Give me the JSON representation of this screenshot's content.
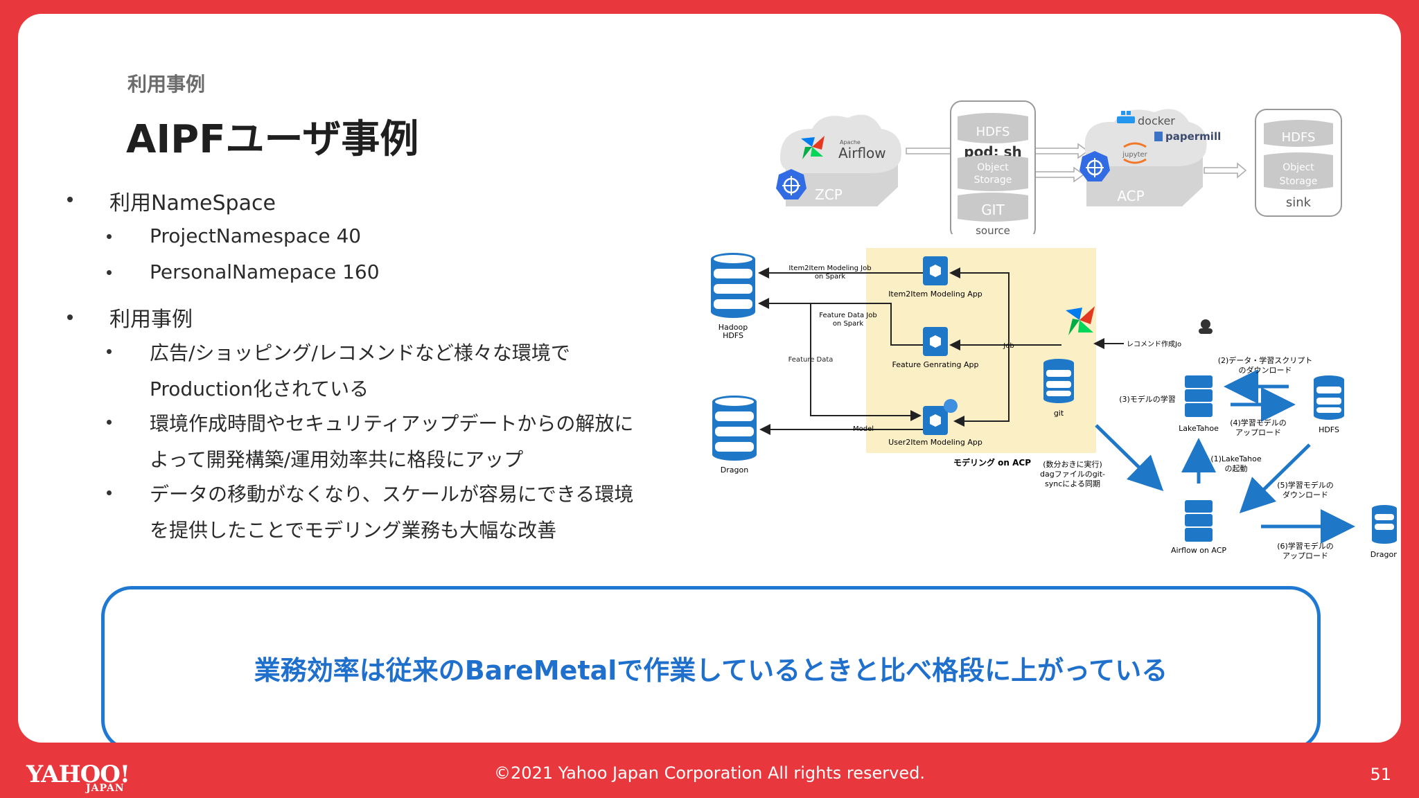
{
  "slide": {
    "section_label": "利用事例",
    "title": "AIPFユーザ事例",
    "bullets": [
      {
        "text": "利用NameSpace",
        "level": 1
      },
      {
        "text": "ProjectNamespace 40",
        "level": 2
      },
      {
        "text": "PersonalNamepace 160",
        "level": 2
      },
      {
        "text": "利用事例",
        "level": 1
      },
      {
        "text": "広告/ショッピング/レコメンドなど様々な環境で",
        "level": 2
      },
      {
        "text": "Production化されている",
        "level": 3
      },
      {
        "text": "環境作成時間やセキュリティアップデートからの解放に",
        "level": 2
      },
      {
        "text": "よって開発構築/運用効率共に格段にアップ",
        "level": 3
      },
      {
        "text": "データの移動がなくなり、スケールが容易にできる環境",
        "level": 2
      },
      {
        "text": "を提供したことでモデリング業務も大幅な改善",
        "level": 3
      }
    ],
    "highlight": "業務効率は従来のBareMetalで作業しているときと比べ格段に上がっている"
  },
  "diagram_top": {
    "zcp_label": "ZCP",
    "airflow_small": "Apache",
    "airflow_label": "Airflow",
    "hdfs": "HDFS",
    "pod": "pod: sh",
    "object_storage_1": "Object",
    "object_storage_2": "Storage",
    "git": "GIT",
    "source": "source",
    "docker": "docker",
    "papermill": "papermill",
    "jupyter": "jupyter",
    "acp_label": "ACP",
    "sink": "sink"
  },
  "diagram_middle": {
    "hadoop": [
      "Hadoop",
      "HDFS"
    ],
    "dragon": "Dragon",
    "item2item_job": [
      "Item2Item Modeling Job",
      "on Spark"
    ],
    "feature_job": [
      "Feature Data Job",
      "on Spark"
    ],
    "feature_data": "Feature Data",
    "model": "Model",
    "job": "Job",
    "item2item_app": "Item2Item Modeling App",
    "feature_app": "Feature Genrating App",
    "user2item_app": "User2Item Modeling App",
    "modeling_on_acp": "モデリング on ACP",
    "recommend_job": "レコメンド作成Job登録"
  },
  "diagram_right": {
    "git": "git",
    "lake": "LakeTahoe",
    "hdfs": "HDFS",
    "airflow_acp": "Airflow on ACP",
    "dragon": "Dragon",
    "step2": [
      "(2)データ・学習スクリプト",
      "のダウンロード"
    ],
    "step3": "(3)モデルの学習",
    "step4": [
      "(4)学習モデルの",
      "アップロード"
    ],
    "step1": [
      "(1)LakeTahoe",
      "の起動"
    ],
    "step5": [
      "(5)学習モデルの",
      "ダウンロード"
    ],
    "step6": [
      "(6)学習モデルの",
      "アップロード"
    ],
    "sync": [
      "(数分おきに実行)",
      "dagファイルのgit-",
      "syncによる同期"
    ]
  },
  "footer": {
    "copyright": "©2021 Yahoo Japan Corporation All rights reserved.",
    "page": "51",
    "logo_main": "YAHOO!",
    "logo_sub": "JAPAN"
  },
  "colors": {
    "red_frame": "#e8383d",
    "highlight_blue": "#1f79d2",
    "modeling_zone": "#fbefc6"
  }
}
